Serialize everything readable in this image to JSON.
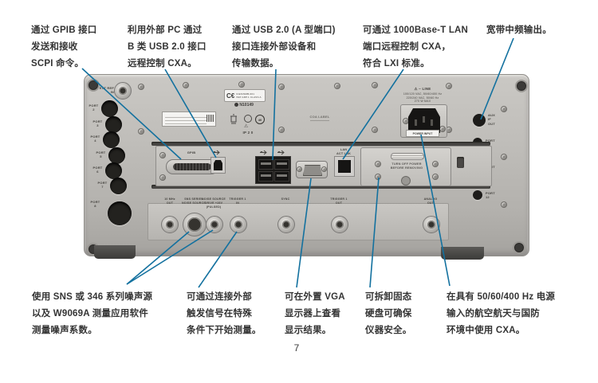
{
  "page": {
    "number": "7"
  },
  "colors": {
    "callout_line": "#13719f",
    "note_text": "#343434",
    "chassis": "#bbb9b5"
  },
  "callouts": {
    "top": [
      {
        "id": "gpib",
        "text": "通过 GPIB 接口\n发送和接收\nSCPI 命令。"
      },
      {
        "id": "usb-b",
        "text": "利用外部 PC 通过\nB 类 USB 2.0 接口\n远程控制 CXA。"
      },
      {
        "id": "usb-a",
        "text": "通过 USB 2.0 (A 型端口)\n接口连接外部设备和\n传输数据。"
      },
      {
        "id": "lan",
        "text": "可通过 1000Base-T LAN\n端口远程控制 CXA，\n符合 LXI 标准。"
      },
      {
        "id": "wideband-if",
        "text": "宽带中频输出。"
      }
    ],
    "bottom": [
      {
        "id": "noise-source",
        "text": "使用 SNS 或 346 系列噪声源\n以及 W9069A 测量应用软件\n测量噪声系数。"
      },
      {
        "id": "trigger",
        "text": "可通过连接外部\n触发信号在特殊\n条件下开始测量。"
      },
      {
        "id": "vga",
        "text": "可在外置 VGA\n显示器上查看\n显示结果。"
      },
      {
        "id": "ssd",
        "text": "可拆卸固态\n硬盘可确保\n仪器安全。"
      },
      {
        "id": "power",
        "text": "在具有 50/60/400 Hz 电源\n输入的航空航天与国防\n环境中使用 CXA。"
      }
    ]
  },
  "rear_panel": {
    "ext_ref_label": "EXT REF\nIN",
    "left_ports": [
      "PORT\n2",
      "PORT\n3",
      "PORT\n4",
      "PORT\n5",
      "PORT\n6",
      "PORT\n7"
    ],
    "port8_label": "PORT\n8",
    "aux_if_label": "AUX\nIF\nOUT",
    "right_ports": [
      "PORT\n10",
      "PORT\n11",
      "PORT\n12"
    ],
    "compliance": {
      "ce": "C€",
      "ce_lines": "ICES/NMB-001\nISM GRP.1 CLASS A",
      "ctick": "N10149",
      "ip_rating": "IP 2 0",
      "rohs": "40",
      "coa": "COA LABEL"
    },
    "line_rating": {
      "title": "⚠  ~ LINE",
      "lines": "100/120 VAC, 50/60/400 Hz\n220/240 VAC, 50/60 Hz\n270 W MAX"
    },
    "power_input_label": "POWER INPUT",
    "gpib_label": "GPIB",
    "lan_label": "LAN\nACT  LNK",
    "drive_door_text": "TURN OFF POWER\nBEFORE REMOVING",
    "bnc_labels": [
      "10 MHz\nOUT",
      "SNS SERIES\nNOISE SOURCE",
      "NOISE SOURCE\nDRIVE +28V\n(PULSED)",
      "TRIGGER 1\nIN",
      "SYNC",
      "TRIGGER 1\nOUT",
      "ANALOG\nOUT"
    ]
  }
}
